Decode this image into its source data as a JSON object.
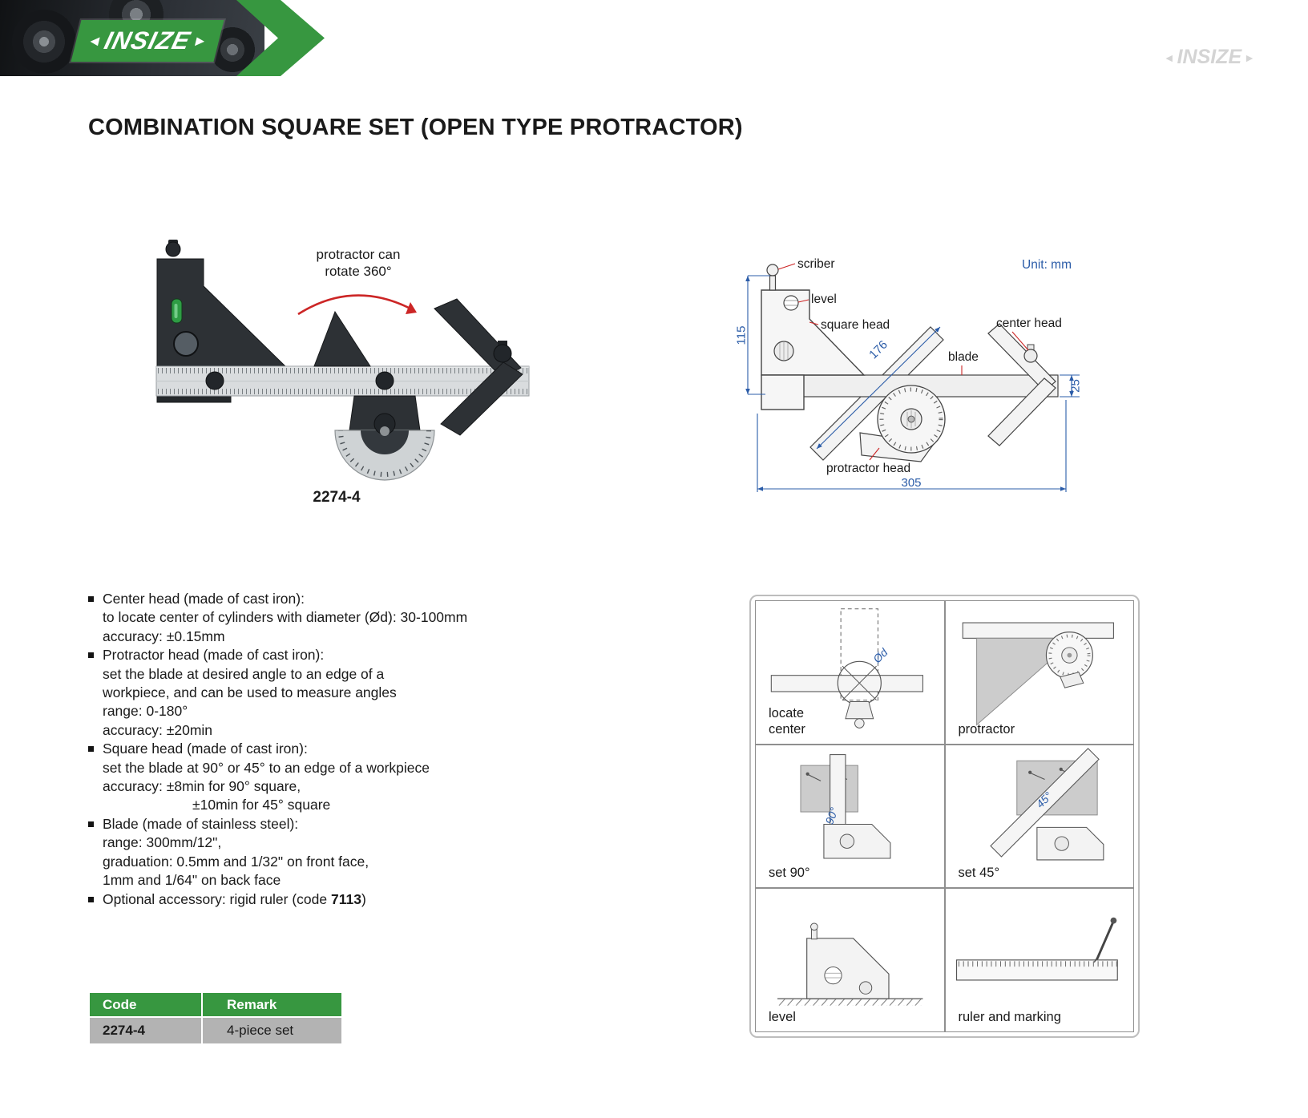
{
  "appearance": {
    "brand_green": "#379740",
    "dimension_blue": "#2b5ca8",
    "leader_red": "#cc2626",
    "table_row_gray": "#b3b3b3"
  },
  "header": {
    "logo_text": "INSIZE",
    "watermark_text": "INSIZE"
  },
  "page": {
    "title": "COMBINATION SQUARE SET (OPEN TYPE PROTRACTOR)"
  },
  "product": {
    "annotation": "protractor can rotate 360°",
    "model": "2274-4"
  },
  "drawing": {
    "unit": "Unit: mm",
    "labels": {
      "scriber": "scriber",
      "level": "level",
      "square_head": "square head",
      "center_head": "center head",
      "blade": "blade",
      "protractor_head": "protractor head"
    },
    "dims": {
      "height": "115",
      "diagonal": "176",
      "blade_width": "25",
      "length": "305"
    }
  },
  "specs": {
    "items": [
      {
        "title": "Center head (made of cast iron):",
        "lines": [
          "to locate center of cylinders with diameter (Ød): 30-100mm",
          "accuracy: ±0.15mm"
        ]
      },
      {
        "title": "Protractor head (made of cast iron):",
        "lines": [
          "set the blade at desired angle to an edge of a",
          "workpiece, and can be used to measure angles",
          "range: 0-180°",
          "accuracy: ±20min"
        ]
      },
      {
        "title": "Square head (made of cast iron):",
        "lines": [
          "set the blade at 90° or 45° to an edge of a workpiece",
          "accuracy: ±8min for 90° square,",
          "±10min for 45° square"
        ]
      },
      {
        "title": "Blade (made of stainless steel):",
        "lines": [
          "range: 300mm/12\",",
          "graduation: 0.5mm and 1/32\" on front face,",
          "1mm and 1/64\" on back face"
        ]
      },
      {
        "title_prefix": "Optional accessory: rigid ruler (code ",
        "code": "7113",
        "title_suffix": ")"
      }
    ]
  },
  "table": {
    "headers": [
      "Code",
      "Remark"
    ],
    "rows": [
      {
        "code": "2274-4",
        "remark": "4-piece set"
      }
    ]
  },
  "usage": {
    "cells": [
      {
        "label": "locate\ncenter",
        "annotation": "Ød"
      },
      {
        "label": "protractor"
      },
      {
        "label": "set 90°",
        "annotation": "90°"
      },
      {
        "label": "set 45°",
        "annotation": "45°"
      },
      {
        "label": "level"
      },
      {
        "label": "ruler and marking"
      }
    ]
  }
}
